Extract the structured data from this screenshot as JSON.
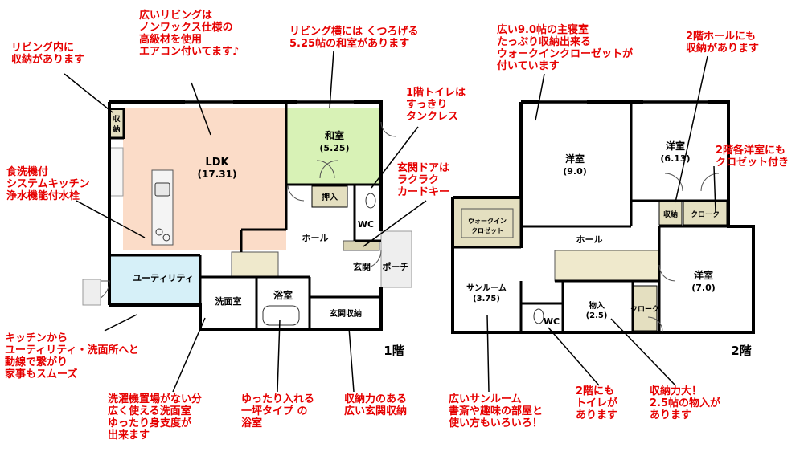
{
  "floor1": {
    "label": "1階",
    "rooms": {
      "ldk": "LDK",
      "ldk_size": "(17.31)",
      "washitsu": "和室",
      "washitsu_size": "(5.25)",
      "oshiire": "押入",
      "wc": "WC",
      "hall": "ホール",
      "genkan": "玄関",
      "porch": "ポーチ",
      "utility": "ユーティリティ",
      "senmen": "洗面室",
      "yokushitsu": "浴室",
      "genkan_shuno": "玄関収納",
      "shuno_a": "収",
      "shuno_b": "納"
    }
  },
  "floor2": {
    "label": "2階",
    "rooms": {
      "yoshitsu_main": "洋室",
      "yoshitsu_main_size": "(9.0)",
      "yoshitsu_b": "洋室",
      "yoshitsu_b_size": "(6.13)",
      "walkin_1": "ウォークイン",
      "walkin_2": "クロゼット",
      "shuno": "収納",
      "closet_1": "クローク",
      "hall": "ホール",
      "sunroom": "サンルーム",
      "sunroom_size": "(3.75)",
      "wc": "WC",
      "monoire": "物入",
      "monoire_size": "(2.5)",
      "closet_2": "クローク",
      "yoshitsu_c": "洋室",
      "yoshitsu_c_size": "(7.0)"
    }
  },
  "notes": {
    "living_storage": "リビング内に\n収納があります",
    "flooring": "広いリビングは\nノンワックス仕様の\n高級材を使用\nエアコン付いてます♪",
    "washitsu": "リビング横には くつろげる\n5.25帖の和室があります",
    "toilet1": "1階トイレは\nすっきり\nタンクレス",
    "kitchen": "食洗機付\nシステムキッチン\n浄水機能付水栓",
    "door": "玄関ドアは\nラクラク\nカードキー",
    "flow": "キッチンから\nユーティリティ・洗面所へと\n動線で繋がり\n家事もスムーズ",
    "washroom": "洗濯機置場がない分\n広く使える洗面室\nゆったり身支度が\n出来ます",
    "bath": "ゆったり入れる\n一坪タイプ の\n浴室",
    "entrance_storage": "収納力のある\n広い玄関収納",
    "master": "広い9.0帖の主寝室\nたっぷり収納出来る\nウォークインクローゼットが\n付いています",
    "hall2": "2階ホールにも\n収納があります",
    "closets2": "2階各洋室にも\nクロゼット付き",
    "sunroom": "広いサンルーム\n書斎や趣味の部屋と\n使い方もいろいろ！",
    "toilet2": "2階にも\nトイレが\nあります",
    "storage2": "収納力大！\n2.5帖の物入が\nあります"
  }
}
